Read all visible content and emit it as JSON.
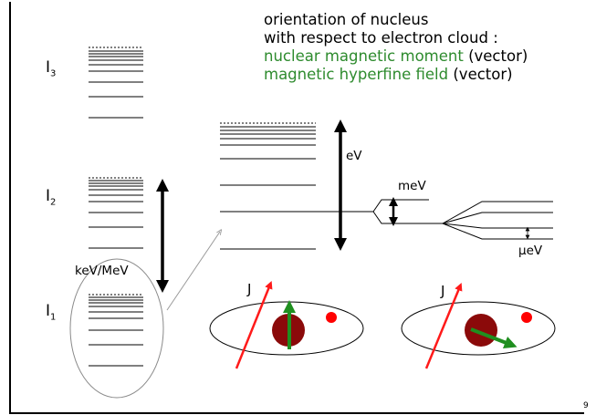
{
  "description": {
    "line1": "orientation of nucleus",
    "line2": "with respect to electron cloud :",
    "line3_green": "nuclear magnetic moment",
    "line3_black": " (vector)",
    "line4_green": "magnetic hyperfine field",
    "line4_black": " (vector)"
  },
  "levels": {
    "i3": {
      "symbol": "I",
      "sub": "3"
    },
    "i2": {
      "symbol": "I",
      "sub": "2"
    },
    "i1": {
      "symbol": "I",
      "sub": "1"
    }
  },
  "energy_labels": {
    "kev_mev": "keV/MeV",
    "ev": "eV",
    "mev": "meV",
    "uev": "μeV"
  },
  "vector_labels": {
    "j_left": "J",
    "j_right": "J"
  },
  "page_number": "9",
  "colors": {
    "green": "#2e8b2e",
    "arrow_red": "#ff1a1a",
    "arrow_green": "#1f8f1f",
    "nucleus": "#8b0a0a",
    "electron": "#ff0000",
    "ellipse_gray": "#808080"
  }
}
